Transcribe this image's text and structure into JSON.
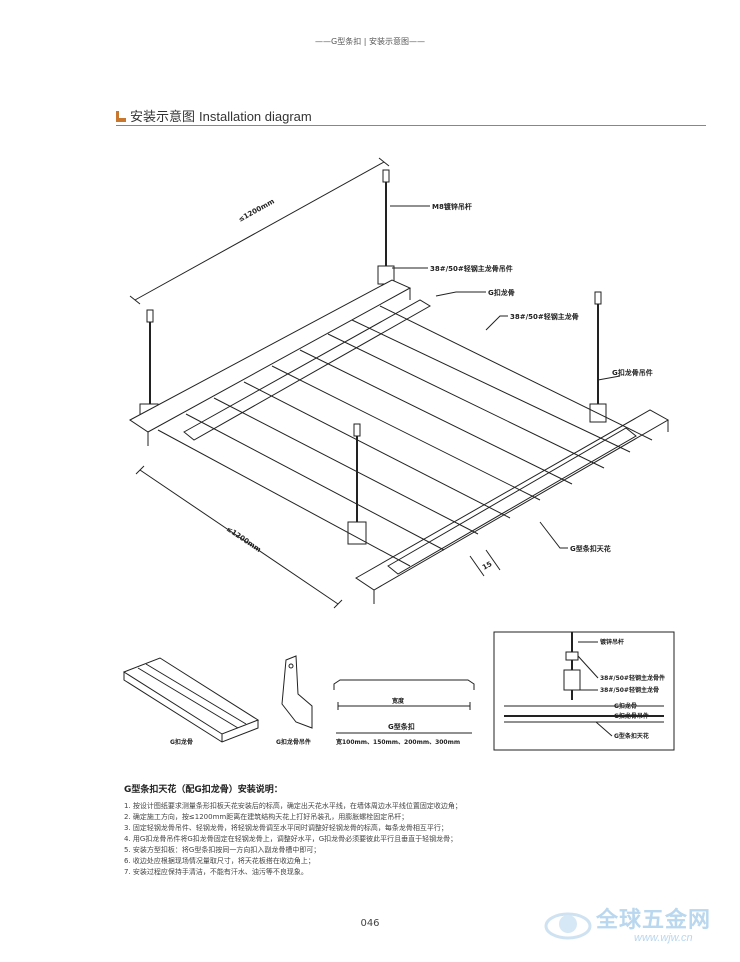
{
  "header": {
    "text": "——G型条扣 | 安装示意图——"
  },
  "section": {
    "title_cn": "安装示意图",
    "title_en": "Installation diagram"
  },
  "diagram": {
    "dim_top": "≤1200mm",
    "dim_bottom": "≤1200mm",
    "dim_gap": "15",
    "labels": {
      "rod": "M8镀锌吊杆",
      "main_hanger": "38#/50#轻钢主龙骨吊件",
      "g_keel": "G扣龙骨",
      "main_keel": "38#/50#轻钢主龙骨",
      "g_hanger": "G扣龙骨吊件",
      "g_panel": "G型条扣天花"
    }
  },
  "details": {
    "keel_caption": "G扣龙骨",
    "hanger_caption": "G扣龙骨吊件",
    "panel_width": "宽度",
    "panel_name": "G型条扣",
    "panel_widths": "宽100mm、150mm、200mm、300mm",
    "section_labels": {
      "rod": "镀锌吊杆",
      "main_hanger": "38#/50#轻钢主龙骨件",
      "main_keel": "38#/50#轻钢主龙骨",
      "g_keel": "G扣龙骨",
      "g_hanger": "G扣龙骨吊件",
      "g_panel": "G型条扣天花"
    }
  },
  "instructions": {
    "title": "G型条扣天花（配G扣龙骨）安装说明：",
    "items": [
      "1. 按设计图纸要求测量条形扣板天花安装后的标高，确定出天花水平线，在墙体周边水平线位置固定收边角；",
      "2. 确定施工方向，按≤1200mm距离在建筑结构天花上打好吊装孔，用膨胀螺栓固定吊杆；",
      "3. 固定轻钢龙骨吊件、轻钢龙骨，将轻钢龙骨调至水平同时调整好轻钢龙骨的标高，每条龙骨相互平行；",
      "4. 用G扣龙骨吊件将G扣龙骨固定在轻钢龙骨上，调整好水平，G扣龙骨必须要彼此平行且垂直于轻钢龙骨；",
      "5. 安装方型扣板：将G型条扣按同一方向扣入副龙骨槽中即可；",
      "6. 收边处应根据现场情况量取尺寸，将天花板搭在收边角上；",
      "7. 安装过程应保持手清洁，不能有汗水、油污等不良现象。"
    ]
  },
  "footer": {
    "page_number": "046"
  },
  "watermark": {
    "cn": "全球五金网",
    "url": "www.wjw.cn"
  }
}
